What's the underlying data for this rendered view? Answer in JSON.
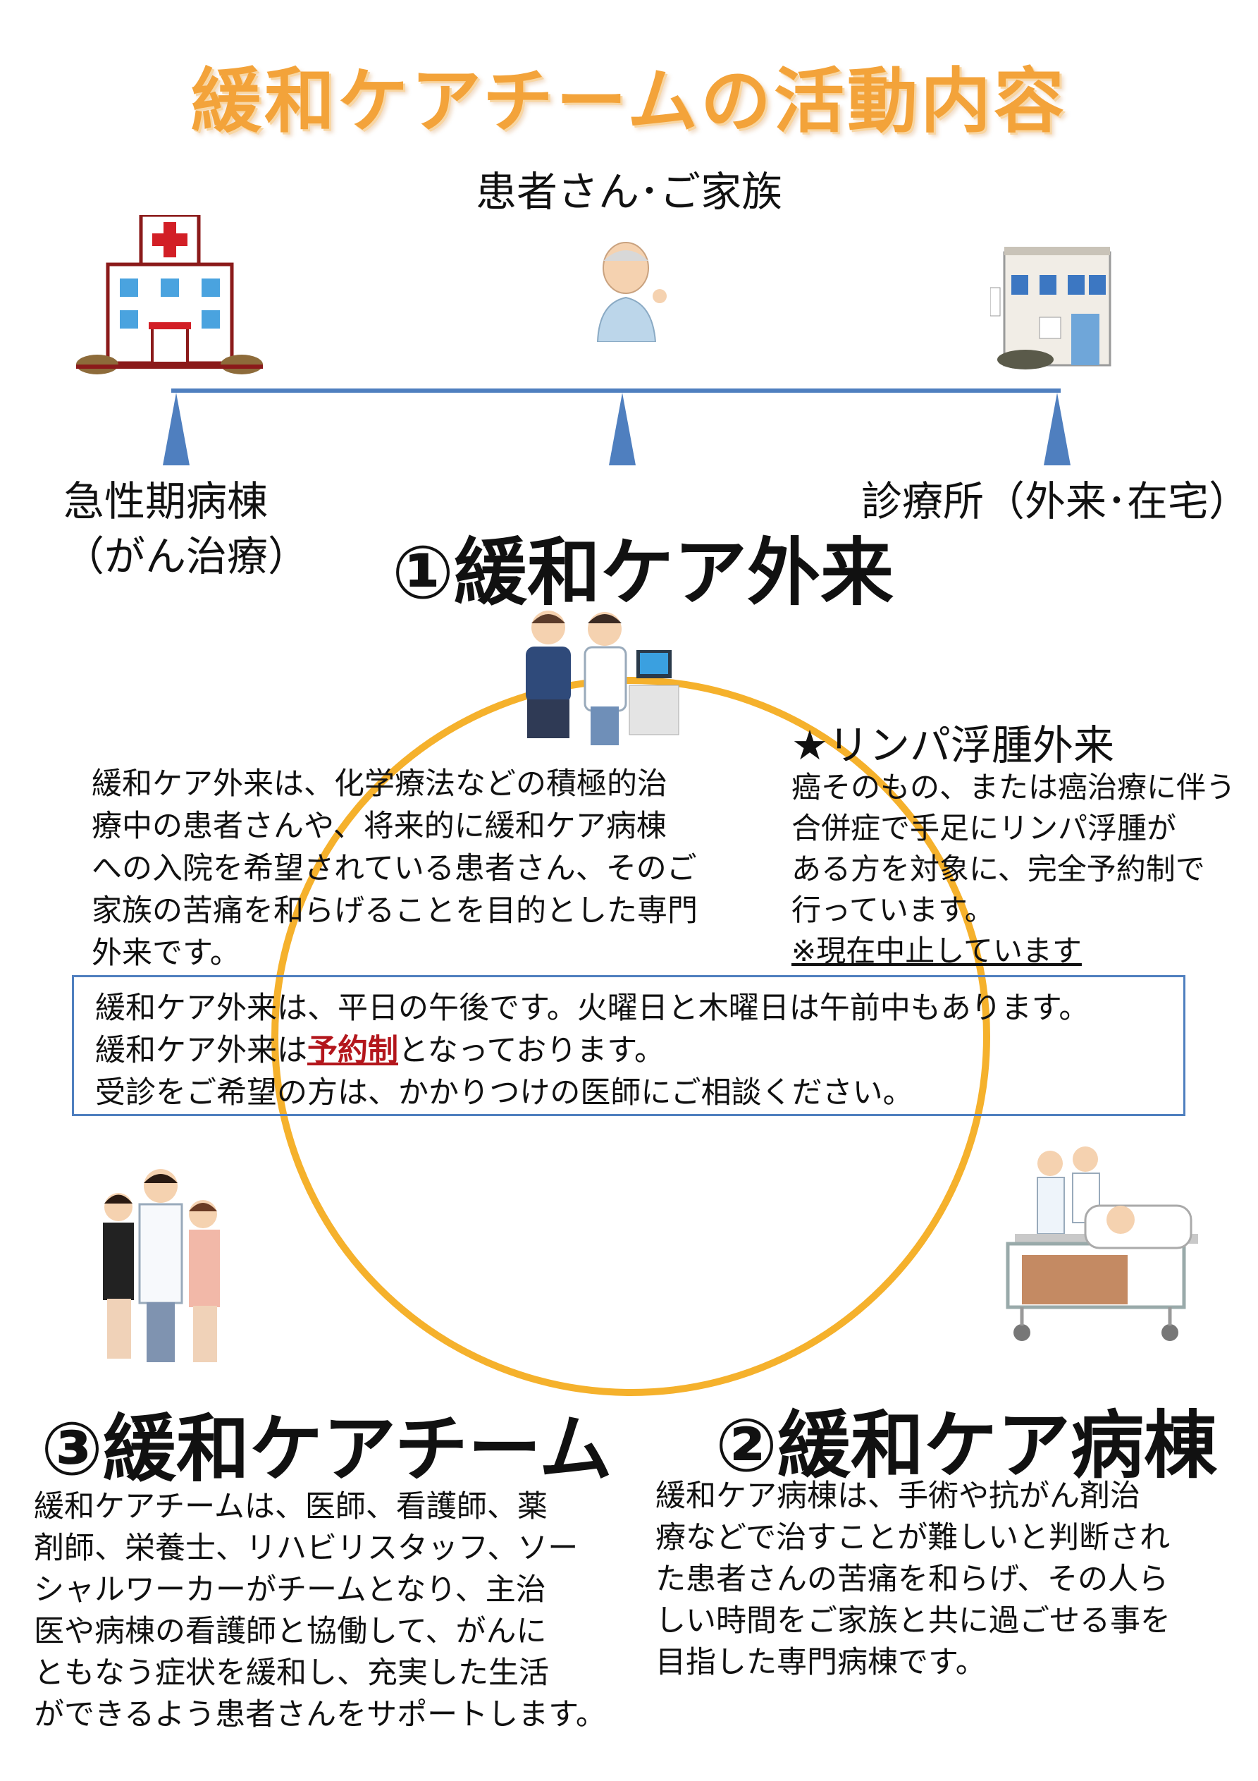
{
  "title": "緩和ケアチームの活動内容",
  "patients_label": "患者さん･ご家族",
  "acute_ward": {
    "line1": "急性期病棟",
    "line2": "（がん治療）"
  },
  "clinic": "診療所（外来･在宅）",
  "outpatient": {
    "heading": "①緩和ケア外来",
    "lines": [
      "緩和ケア外来は、化学療法などの積極的治",
      "療中の患者さんや、将来的に緩和ケア病棟",
      "への入院を希望されている患者さん、そのご",
      "家族の苦痛を和らげることを目的とした専門",
      "外来です。"
    ]
  },
  "lymph": {
    "heading": "★リンパ浮腫外来",
    "lines": [
      "癌そのもの、または癌治療に伴う",
      "合併症で手足にリンパ浮腫が",
      "ある方を対象に、完全予約制で",
      "行っています。"
    ],
    "notice": "※現在中止しています"
  },
  "info": {
    "line1": "緩和ケア外来は、平日の午後です。火曜日と木曜日は午前中もあります。",
    "line2_prefix": "緩和ケア外来は",
    "line2_highlight": "予約制",
    "line2_suffix": "となっております。",
    "line3": "受診をご希望の方は、かかりつけの医師にご相談ください。"
  },
  "team": {
    "heading": "③緩和ケアチーム",
    "lines": [
      "緩和ケアチームは、医師、看護師、薬",
      "剤師、栄養士、リハビリスタッフ、ソー",
      "シャルワーカーがチームとなり、主治",
      "医や病棟の看護師と協働して、がんに",
      "ともなう症状を緩和し、充実した生活",
      "ができるよう患者さんをサポートします。"
    ]
  },
  "ward": {
    "heading": "②緩和ケア病棟",
    "lines": [
      "緩和ケア病棟は、手術や抗がん剤治",
      "療などで治すことが難しいと判断され",
      "た患者さんの苦痛を和らげ、その人ら",
      "しい時間をご家族と共に過ごせる事を",
      "目指した専門病棟です。"
    ]
  },
  "colors": {
    "title": "#f3a33a",
    "circle": "#f5b12c",
    "connector": "#4f7fbf",
    "highlight": "#b3161c"
  }
}
